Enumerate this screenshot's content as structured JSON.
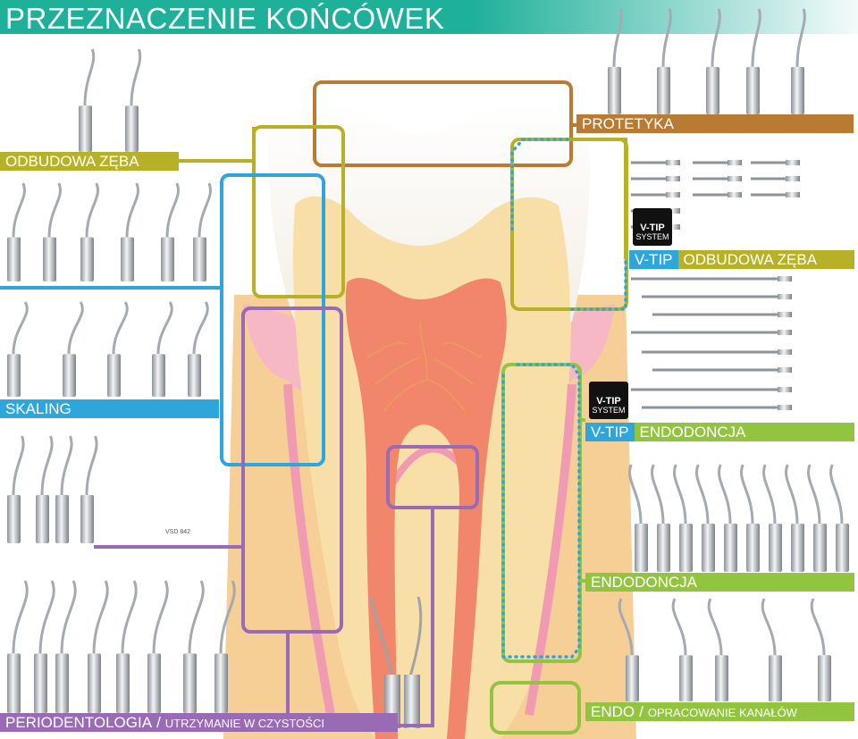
{
  "title": "PRZEZNACZENIE KOŃCÓWEK",
  "colors": {
    "teal": "#1fb09a",
    "olive": "#b7b128",
    "blue": "#2ea6db",
    "purple": "#9a6bb5",
    "brown": "#b87b31",
    "green": "#93c43f",
    "enamel": "#fbf7ee",
    "dentin": "#f8dfa8",
    "pulp": "#f2866b",
    "gum": "#f5b8c4",
    "bone": "#f6cf97"
  },
  "labels": {
    "odbudowa_left": "ODBUDOWA ZĘBA",
    "skaling": "SKALING",
    "periodontologia": "PERIODENTOLOGIA",
    "periodontologia_sep": "/",
    "periodontologia_sub": "UTRZYMANIE W CZYSTOŚCI",
    "protetyka": "PROTETYKA",
    "vtip1": "V-TIP",
    "odbudowa_right": "ODBUDOWA ZĘBA",
    "vtip2": "V-TIP",
    "endodoncja_vtip": "ENDODONCJA",
    "endodoncja": "ENDODONCJA",
    "endo": "ENDO",
    "endo_sep": "/",
    "endo_sub": "OPRACOWANIE KANAŁÓW"
  },
  "logo": {
    "line1": "V-TIP",
    "line2": "SYSTEM"
  },
  "insert_code": "VSD 842"
}
